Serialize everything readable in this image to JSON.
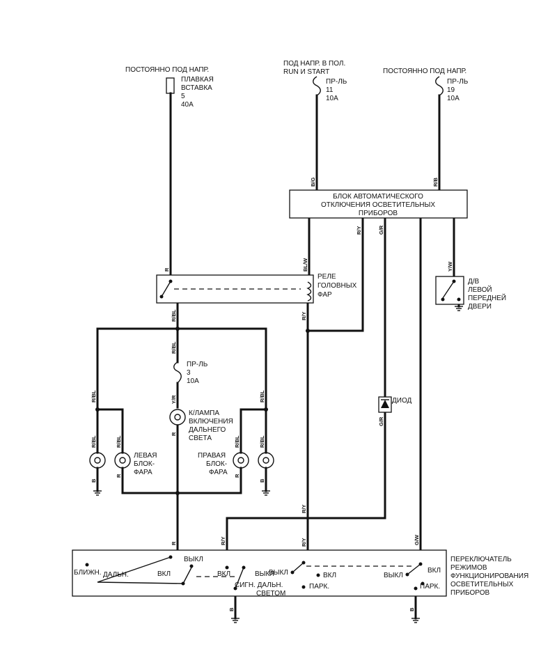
{
  "sources": {
    "left": {
      "title": "ПОСТОЯННО ПОД НАПР.",
      "fuse_line1": "ПЛАВКАЯ",
      "fuse_line2": "ВСТАВКА",
      "fuse_line3": "5",
      "fuse_line4": "40A"
    },
    "middle": {
      "title_line1": "ПОД НАПР. В ПОЛ.",
      "title_line2": "RUN И  START",
      "fuse_line1": "ПР-ЛЬ",
      "fuse_line2": "11",
      "fuse_line3": "10A"
    },
    "right": {
      "title": "ПОСТОЯННО ПОД НАПР.",
      "fuse_line1": "ПР-ЛЬ",
      "fuse_line2": "19",
      "fuse_line3": "10A"
    }
  },
  "auto_off_module": {
    "line1": "БЛОК АВТОМАТИЧЕСКОГО",
    "line2": "ОТКЛЮЧЕНИЯ ОСВЕТИТЕЛЬНЫХ",
    "line3": "ПРИБОРОВ"
  },
  "relay": {
    "line1": "РЕЛЕ",
    "line2": "ГОЛОВНЫХ",
    "line3": "ФАР"
  },
  "door_switch": {
    "line1": "Д/В",
    "line2": "ЛЕВОЙ",
    "line3": "ПЕРЕДНЕЙ",
    "line4": "ДВЕРИ"
  },
  "fuse3": {
    "line1": "ПР-ЛЬ",
    "line2": "3",
    "line3": "10A"
  },
  "high_beam_lamp": {
    "line1": "К/ЛАМПА",
    "line2": "ВКЛЮЧЕНИЯ",
    "line3": "ДАЛЬНЕГО",
    "line4": "СВЕТА"
  },
  "left_headlamp": {
    "line1": "ЛЕВАЯ",
    "line2": "БЛОК-",
    "line3": "ФАРА"
  },
  "right_headlamp": {
    "line1": "ПРАВАЯ",
    "line2": "БЛОК-",
    "line3": "ФАРА"
  },
  "diode": {
    "label": "ДИОД"
  },
  "switch": {
    "line1": "ПЕРЕКЛЮЧАТЕЛЬ",
    "line2": "РЕЖИМОВ",
    "line3": "ФУНКЦИОНИРОВАНИЯ",
    "line4": "ОСВЕТИТЕЛЬНЫХ",
    "line5": "ПРИБОРОВ",
    "low": "БЛИЖН.",
    "high": "ДАЛЬН.",
    "off": "ВЫКЛ",
    "on": "ВКЛ",
    "flash_line1": "СИГН. ДАЛЬН.",
    "flash_line2": "СВЕТОМ",
    "park": "ПАРК."
  },
  "wire_codes": {
    "bg": "B/G",
    "rb": "R/B",
    "r": "R",
    "blw": "BL/W",
    "ry": "R/Y",
    "gr": "G/R",
    "yw": "Y/W",
    "rbl": "R/BL",
    "yr": "Y/R",
    "b": "B",
    "gw": "G/W"
  }
}
